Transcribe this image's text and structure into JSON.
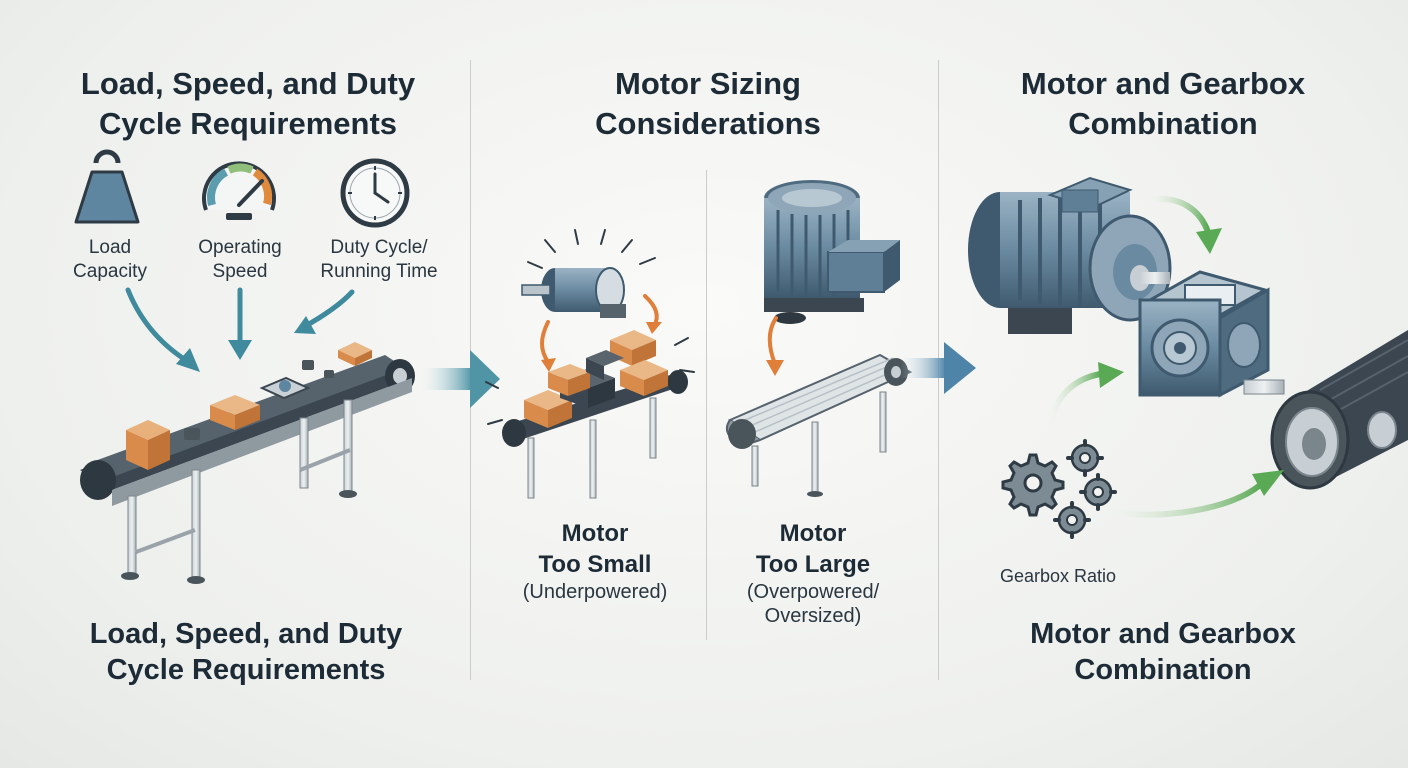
{
  "panel1": {
    "title_line1": "Load, Speed, and Duty",
    "title_line2": "Cycle Requirements",
    "icons": [
      {
        "name": "weight-icon",
        "line1": "Load",
        "line2": "Capacity"
      },
      {
        "name": "gauge-icon",
        "line1": "Operating",
        "line2": "Speed"
      },
      {
        "name": "clock-icon",
        "line1": "Duty Cycle/",
        "line2": "Running Time"
      }
    ],
    "footer_line1": "Load, Speed, and Duty",
    "footer_line2": "Cycle Requirements"
  },
  "panel2": {
    "title_line1": "Motor Sizing",
    "title_line2": "Considerations",
    "small": {
      "line1": "Motor",
      "line2": "Too Small",
      "line3": "(Underpowered)"
    },
    "large": {
      "line1": "Motor",
      "line2": "Too Large",
      "line3": "(Overpowered/",
      "line4": "Oversized)"
    }
  },
  "panel3": {
    "title_line1": "Motor and Gearbox",
    "title_line2": "Combination",
    "gear_label": "Gearbox Ratio",
    "footer_line1": "Motor and Gearbox",
    "footer_line2": "Combination"
  },
  "colors": {
    "arrow_teal": "#3f8a9c",
    "arrow_green": "#5cab57",
    "arrow_orange": "#e07f3a",
    "box_orange": "#d98b4c",
    "metal_blue": "#5f7f96",
    "belt_dark": "#3b4650"
  }
}
